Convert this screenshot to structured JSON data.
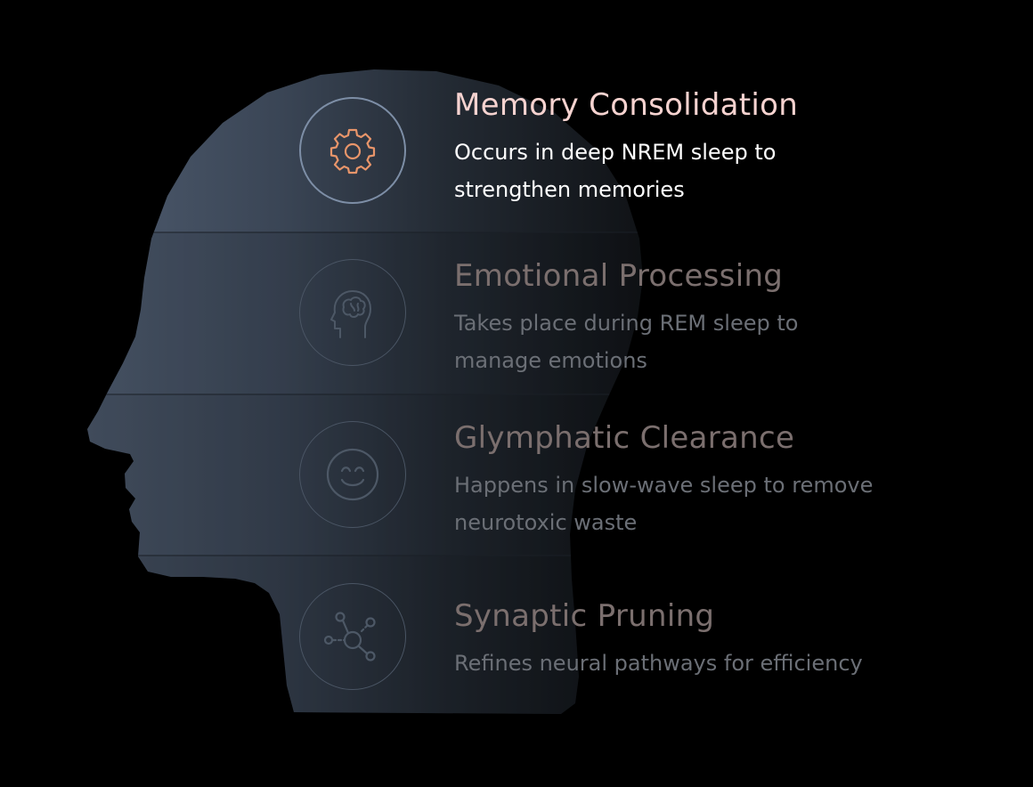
{
  "colors": {
    "background": "#000000",
    "head_light": "#4a5668",
    "head_dark": "#161a20",
    "active_icon": "#e8956a",
    "inactive_icon": "#4d5866",
    "active_title": "#f6d3d0",
    "inactive_title": "#7b6f6e"
  },
  "stages": [
    {
      "icon": "gear-icon",
      "title": "Memory Consolidation",
      "description": "Occurs in deep NREM sleep to strengthen memories",
      "active": true
    },
    {
      "icon": "brain-head-icon",
      "title": "Emotional Processing",
      "description": "Takes place during REM sleep to manage emotions",
      "active": false
    },
    {
      "icon": "smiley-icon",
      "title": "Glymphatic Clearance",
      "description": "Happens in slow-wave sleep to remove neurotoxic waste",
      "active": false
    },
    {
      "icon": "network-icon",
      "title": "Synaptic Pruning",
      "description": "Refines neural pathways for efficiency",
      "active": false
    }
  ]
}
